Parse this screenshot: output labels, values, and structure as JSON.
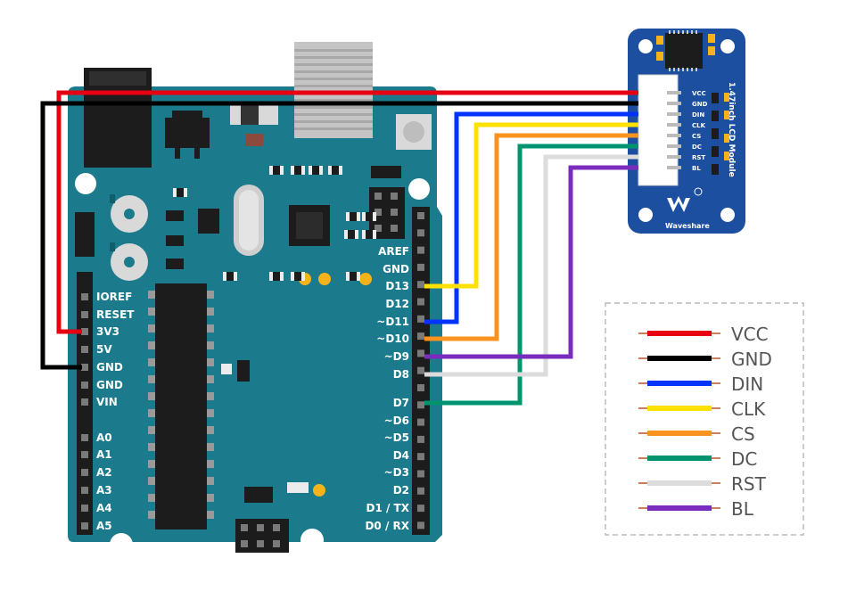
{
  "board": {
    "left_pins": [
      "IOREF",
      "RESET",
      "3V3",
      "5V",
      "GND",
      "GND",
      "VIN",
      "A0",
      "A1",
      "A2",
      "A3",
      "A4",
      "A5"
    ],
    "right_pins": [
      "AREF",
      "GND",
      "D13",
      "D12",
      "~D11",
      "~D10",
      "~D9",
      "D8",
      "D7",
      "~D6",
      "~D5",
      "D4",
      "~D3",
      "D2",
      "D1 / TX",
      "D0 / RX"
    ]
  },
  "module": {
    "title": "1.47inch LCD Module",
    "brand": "Waveshare",
    "pins": [
      "VCC",
      "GND",
      "DIN",
      "CLK",
      "CS",
      "DC",
      "RST",
      "BL"
    ]
  },
  "legend": [
    {
      "label": "VCC",
      "color": "#e60012"
    },
    {
      "label": "GND",
      "color": "#000000"
    },
    {
      "label": "DIN",
      "color": "#0033ff"
    },
    {
      "label": "CLK",
      "color": "#ffe100"
    },
    {
      "label": "CS",
      "color": "#f7931e"
    },
    {
      "label": "DC",
      "color": "#00956f"
    },
    {
      "label": "RST",
      "color": "#dcdcdc"
    },
    {
      "label": "BL",
      "color": "#7a2cbd"
    }
  ],
  "colors": {
    "board": "#1b7a8c",
    "module": "#1d4fa0"
  }
}
